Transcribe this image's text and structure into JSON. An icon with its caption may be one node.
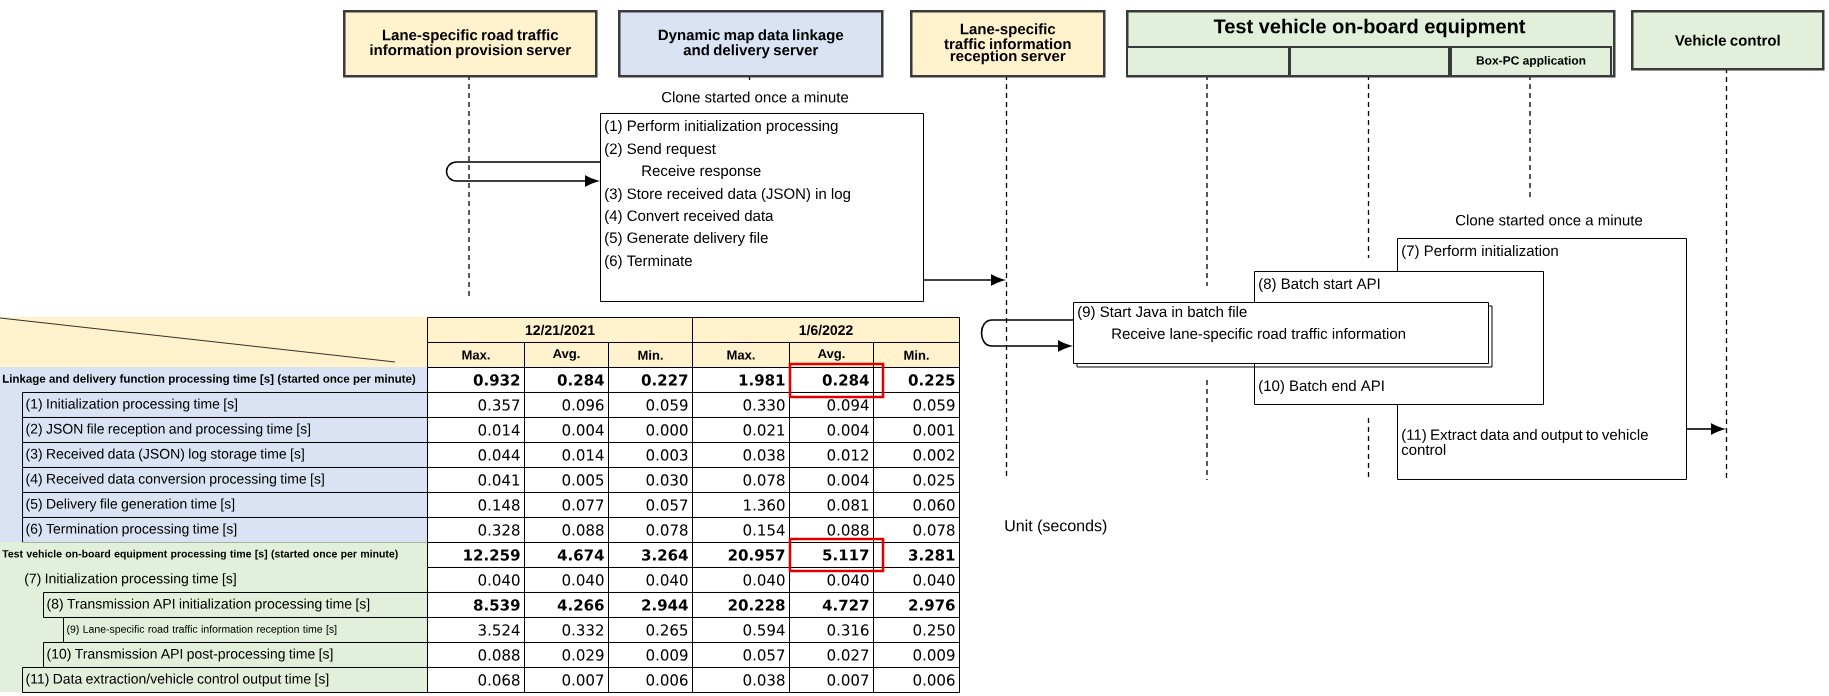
{
  "diagram": {
    "nodes": [
      {
        "text": [
          "Lane-specific road traffic information provision server"
        ]
      },
      {
        "text": [
          "Dynamic map data linkage and delivery server"
        ]
      },
      {
        "text": [
          "Lane-specific traffic information reception server"
        ]
      },
      {
        "text": [
          "Test vehicle on-board equipment"
        ]
      },
      {
        "text": [],
        "shape": "box",
        "in": 3
      },
      {
        "text": [],
        "shape": "box",
        "in": 3
      },
      {
        "text": [
          "Box-PC application"
        ],
        "in": 3
      },
      {
        "text": [
          "Vehicle control"
        ]
      },
      {
        "text": [
          "(1) Perform initialization processing",
          "(2) Send request",
          "Receive response",
          "(3) Store received data (JSON) in log",
          "(4) Convert received data",
          "(5) Generate delivery file",
          "(6) Terminate"
        ],
        "beside": [
          "Clone started once a minute"
        ]
      },
      {
        "text": [
          "(7) Perform initialization",
          "(11) Extract data and output to vehicle control"
        ],
        "beside": [
          "Clone started once a minute"
        ]
      },
      {
        "text": [
          "(8) Batch start API",
          "(10) Batch end API"
        ]
      },
      {
        "text": [
          "(9) Start Java in batch file",
          "Receive lane-specific road traffic information"
        ]
      }
    ],
    "edges": [
      {
        "from": 8,
        "to": 8,
        "arrow": "to"
      },
      {
        "from": 8,
        "to": null,
        "arrow": "to"
      },
      {
        "from": 11,
        "to": 11,
        "arrow": "to"
      },
      {
        "from": 9,
        "to": null,
        "arrow": "to"
      }
    ],
    "labels": [
      "12/21/2021",
      "1/6/2022",
      "Max.",
      "Avg.",
      "Min.",
      "Max.",
      "Avg.",
      "Min.",
      "Linkage and delivery function processing time [s] (started once per minute)",
      "0.932",
      "0.284",
      "0.227",
      "1.981",
      "0.284",
      "0.225",
      "(1) Initialization processing time [s]",
      "0.357",
      "0.096",
      "0.059",
      "0.330",
      "0.094",
      "0.059",
      "(2) JSON file reception and processing time [s]",
      "0.014",
      "0.004",
      "0.000",
      "0.021",
      "0.004",
      "0.001",
      "(3) Received data (JSON) log storage time [s]",
      "0.044",
      "0.014",
      "0.003",
      "0.038",
      "0.012",
      "0.002",
      "(4) Received data conversion processing time [s]",
      "0.041",
      "0.005",
      "0.030",
      "0.078",
      "0.004",
      "0.025",
      "(5) Delivery file generation time [s]",
      "0.148",
      "0.077",
      "0.057",
      "1.360",
      "0.081",
      "0.060",
      "(6) Termination processing time [s]",
      "0.328",
      "0.088",
      "0.078",
      "0.154",
      "0.088",
      "0.078",
      "Test vehicle on-board equipment processing time [s] (started once per minute)",
      "12.259",
      "4.674",
      "3.264",
      "20.957",
      "5.117",
      "3.281",
      "(7) Initialization processing time [s]",
      "0.040",
      "0.040",
      "0.040",
      "0.040",
      "0.040",
      "0.040",
      "(8) Transmission API initialization processing time [s]",
      "8.539",
      "4.266",
      "2.944",
      "20.228",
      "4.727",
      "2.976",
      "(9) Lane-specific road traffic information reception time [s]",
      "3.524",
      "0.332",
      "0.265",
      "0.594",
      "0.316",
      "0.250",
      "(10) Transmission API post-processing time [s]",
      "0.088",
      "0.029",
      "0.009",
      "0.057",
      "0.027",
      "0.009",
      "(11) Data extraction/vehicle control output time [s]",
      "0.068",
      "0.007",
      "0.006",
      "0.038",
      "0.007",
      "0.006",
      "Unit (seconds)"
    ]
  }
}
